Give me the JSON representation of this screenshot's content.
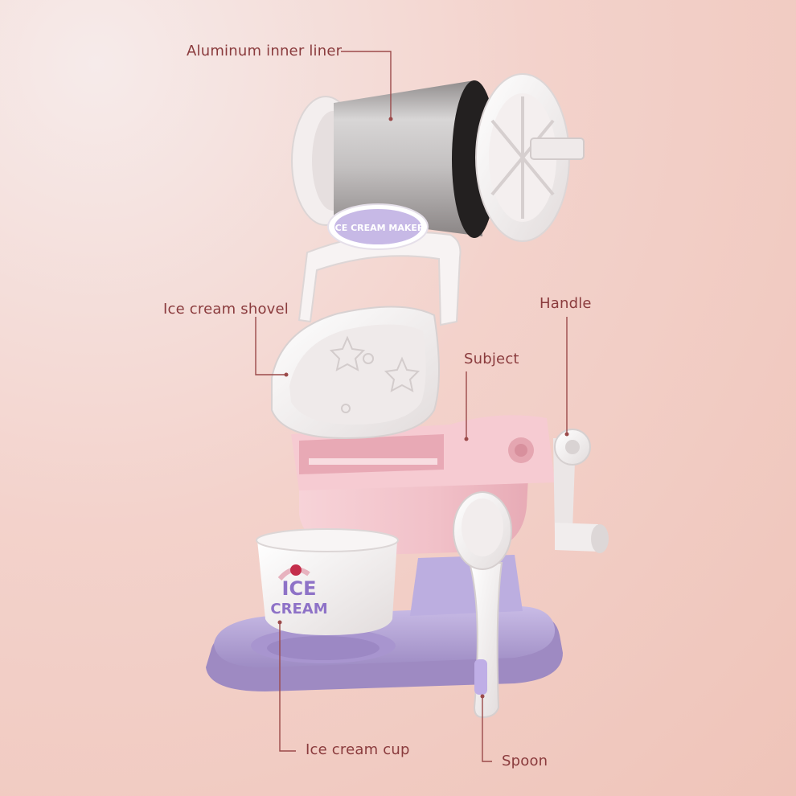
{
  "callouts": {
    "liner": "Aluminum inner liner",
    "shovel": "Ice cream shovel",
    "handle": "Handle",
    "subject": "Subject",
    "cup": "Ice cream cup",
    "spoon": "Spoon"
  },
  "product_text": {
    "badge": "ICE CREAM MAKER",
    "cup_logo_line1": "ICE",
    "cup_logo_line2": "CREAM"
  },
  "colors": {
    "background": "#f2cfc6",
    "label_text": "#8a3b3d",
    "leader_line": "#9b4a4a",
    "body_pink": "#f4c8cf",
    "base_purple": "#b7a6d8",
    "white_plastic": "#f4f1f1",
    "aluminum": "#b9b6b6"
  }
}
